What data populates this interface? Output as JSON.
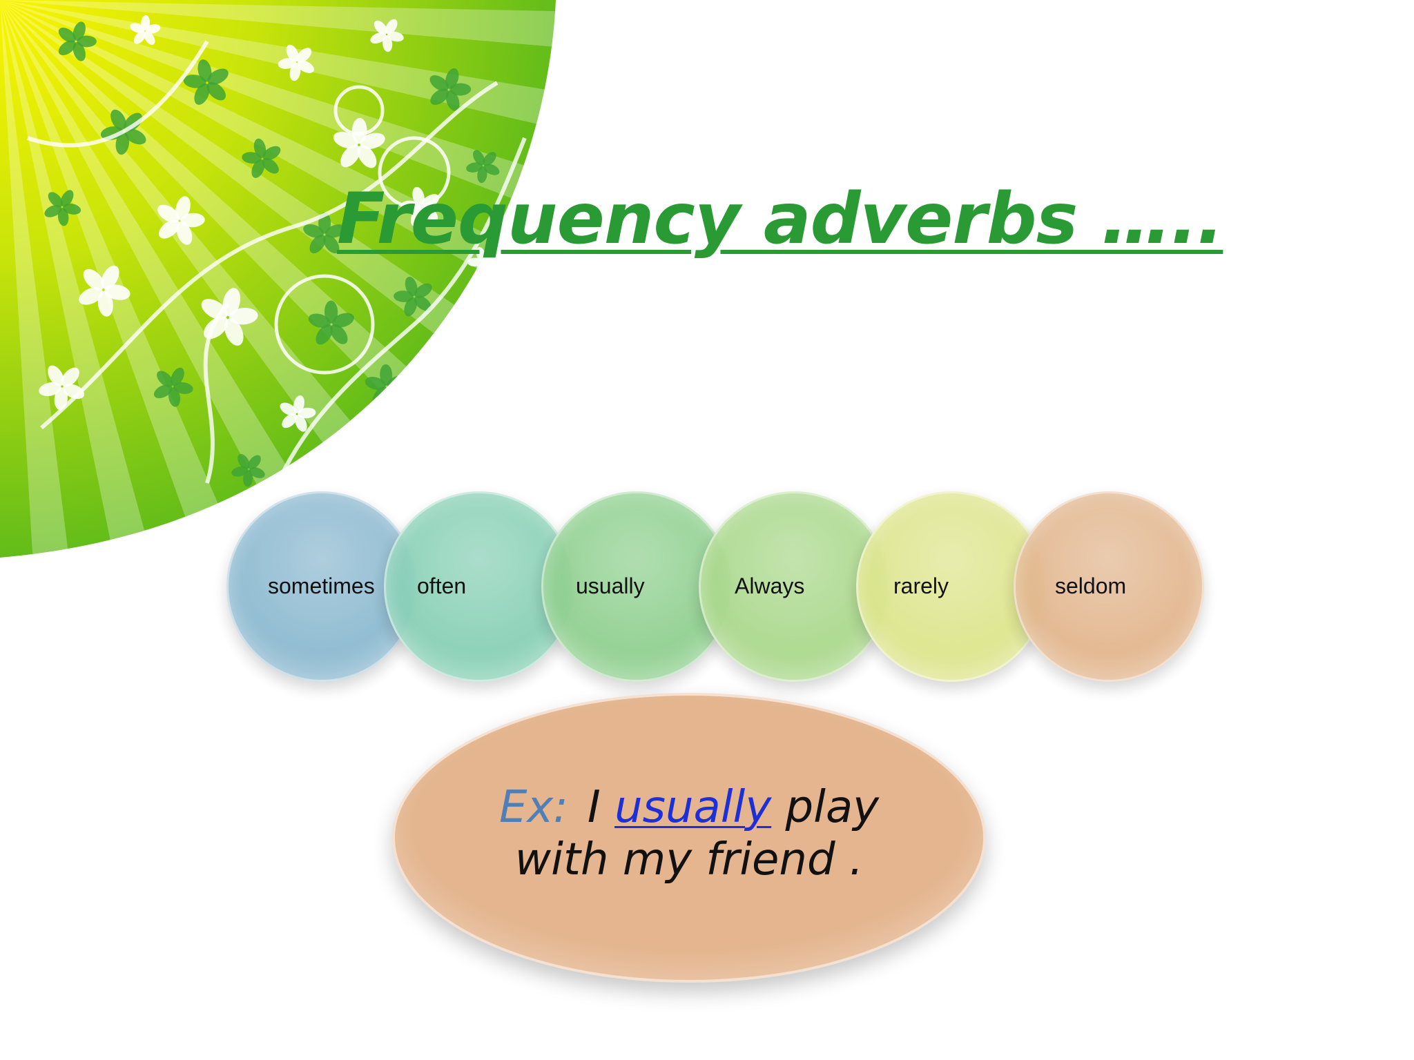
{
  "title": "Frequency adverbs …..",
  "colors": {
    "title": "#2a9a34",
    "ray_light": "#f2ee00",
    "ray_dark": "#6ec316",
    "leaf": "#3fa535",
    "example_oval": "#e4b58e",
    "ex_label": "#4f7fb5",
    "keyword": "#1d2fd6"
  },
  "bubbles": [
    {
      "label": "sometimes",
      "color": "#8ab8cf"
    },
    {
      "label": "often",
      "color": "#86cfb5"
    },
    {
      "label": "usually",
      "color": "#8ecf8e"
    },
    {
      "label": "Always",
      "color": "#a9d88a"
    },
    {
      "label": "rarely",
      "color": "#dde58a"
    },
    {
      "label": "seldom",
      "color": "#e2b58c"
    }
  ],
  "example": {
    "prefix": "Ex:",
    "subject": "I",
    "keyword": "usually",
    "rest_line1": "play",
    "line2": "with my friend ."
  }
}
